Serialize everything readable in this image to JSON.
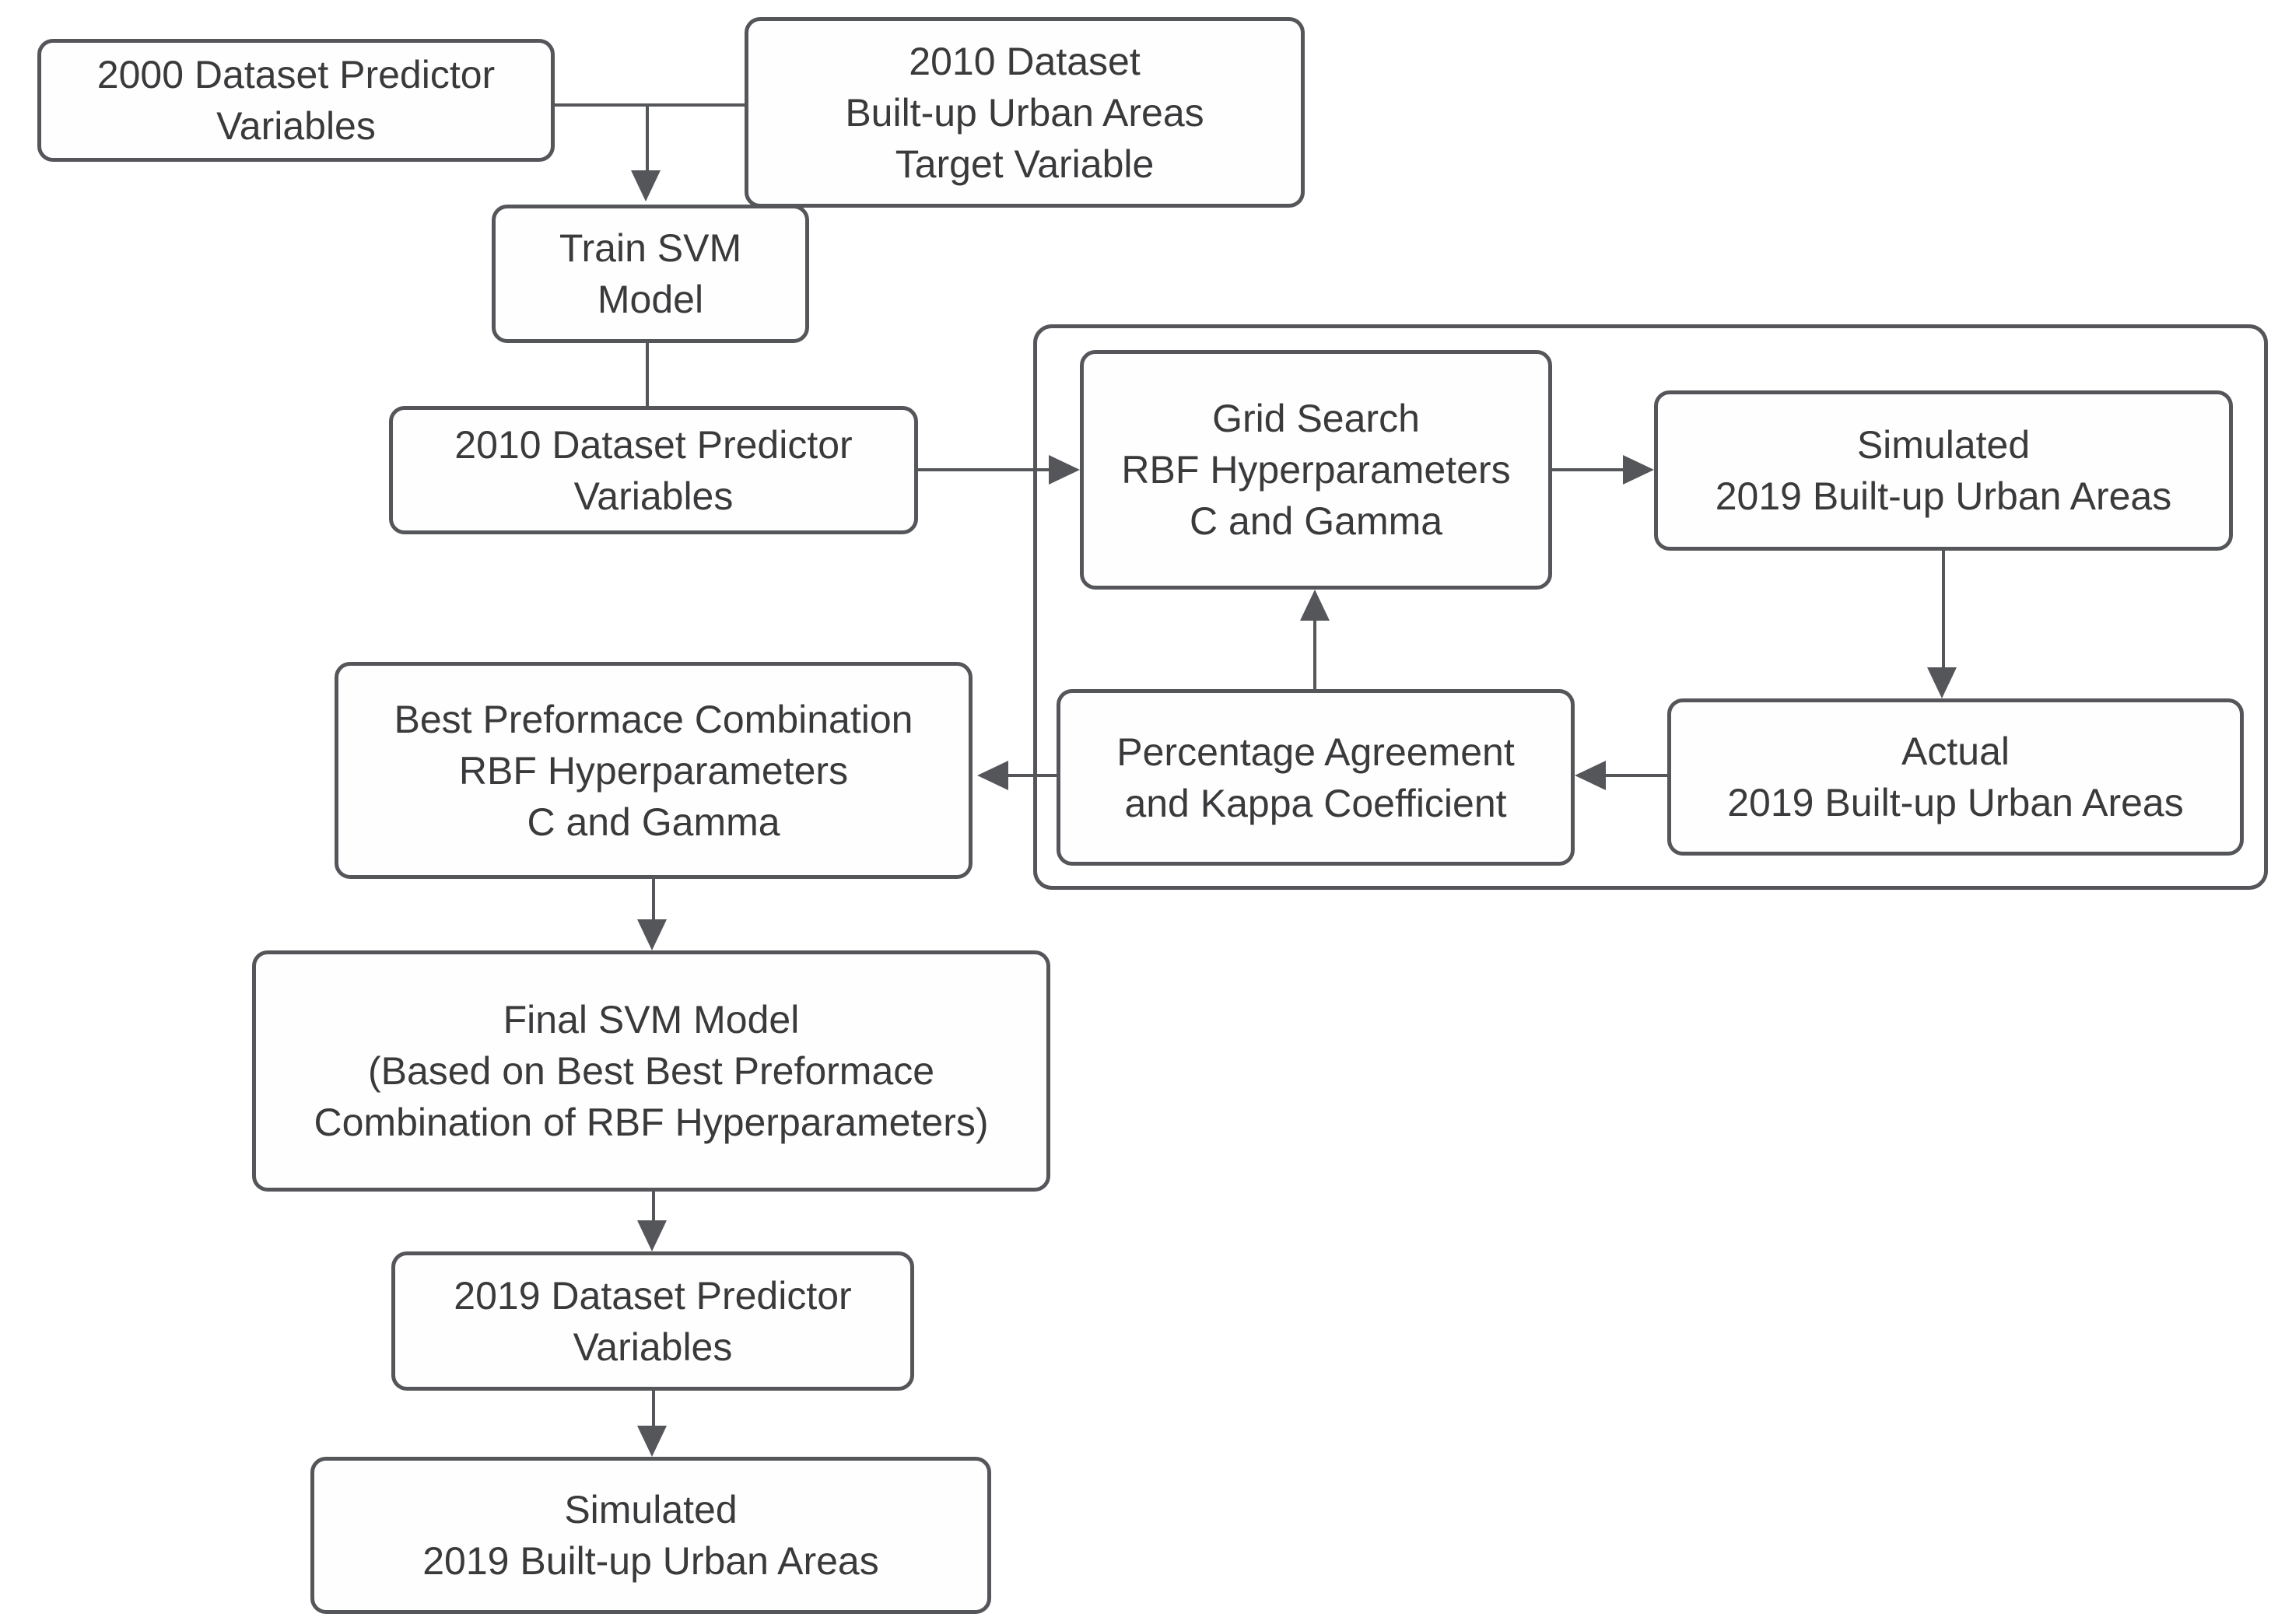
{
  "diagram": {
    "type": "flowchart",
    "colors": {
      "background": "#ffffff",
      "node_fill": "#fefefe",
      "border": "#55565a",
      "text": "#3a3a3c",
      "connector": "#55565a"
    },
    "nodes": {
      "predictor_2000": {
        "lines": [
          "2000 Dataset Predictor",
          "Variables"
        ]
      },
      "target_2010": {
        "lines": [
          "2010 Dataset",
          "Built-up Urban Areas",
          "Target Variable"
        ]
      },
      "train_svm": {
        "lines": [
          "Train SVM",
          "Model"
        ]
      },
      "predictor_2010": {
        "lines": [
          "2010 Dataset Predictor",
          "Variables"
        ]
      },
      "grid_search": {
        "lines": [
          "Grid Search",
          "RBF Hyperparameters",
          "C and Gamma"
        ]
      },
      "simulated_2019": {
        "lines": [
          "Simulated",
          "2019 Built-up Urban Areas"
        ]
      },
      "actual_2019": {
        "lines": [
          "Actual",
          "2019 Built-up Urban Areas"
        ]
      },
      "percentage_kappa": {
        "lines": [
          "Percentage Agreement",
          "and Kappa Coefficient"
        ]
      },
      "best_combination": {
        "lines": [
          "Best Preformace Combination",
          "RBF Hyperparameters",
          "C and Gamma"
        ]
      },
      "final_svm": {
        "lines": [
          "Final SVM Model",
          "(Based on Best Best Preformace",
          "Combination of RBF Hyperparameters)"
        ]
      },
      "predictor_2019": {
        "lines": [
          "2019 Dataset Predictor",
          "Variables"
        ]
      },
      "simulated_output": {
        "lines": [
          "Simulated",
          "2019 Built-up Urban Areas"
        ]
      }
    },
    "edges": [
      "predictor_2000 + target_2010 -> train_svm",
      "train_svm -> predictor_2010",
      "predictor_2010 -> grid_search",
      "grid_search -> simulated_2019",
      "simulated_2019 -> actual_2019",
      "actual_2019 -> percentage_kappa",
      "percentage_kappa -> grid_search",
      "percentage_kappa -> best_combination",
      "best_combination -> final_svm",
      "final_svm -> predictor_2019",
      "predictor_2019 -> simulated_output"
    ]
  }
}
